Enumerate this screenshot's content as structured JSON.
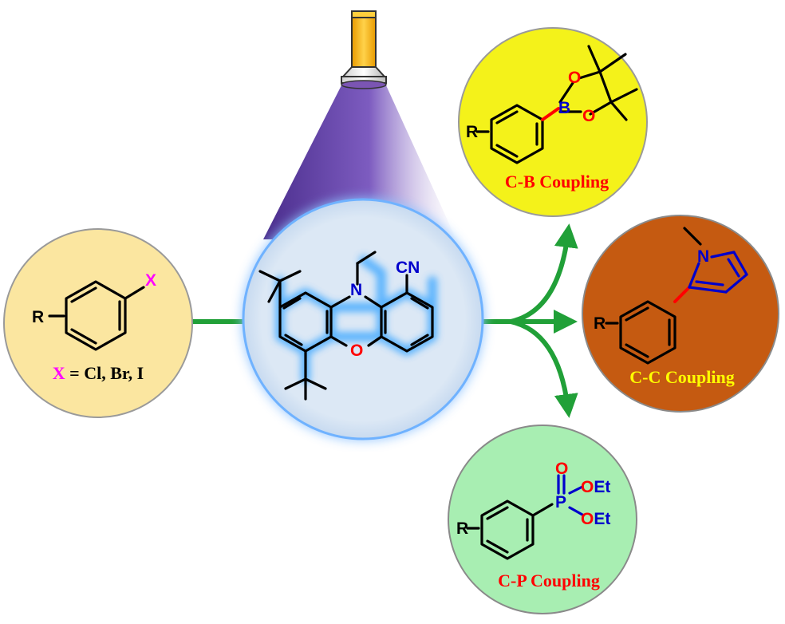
{
  "reactant": {
    "r_label": "R",
    "x_label": "X",
    "caption_x": "X",
    "caption_rest": " = Cl, Br, I"
  },
  "catalyst": {
    "n_label": "N",
    "o_label": "O",
    "cn_label": "CN"
  },
  "products": {
    "cb": {
      "title": "C-B Coupling",
      "r_label": "R",
      "b_label": "B",
      "o1_label": "O",
      "o2_label": "O"
    },
    "cc": {
      "title": "C-C Coupling",
      "r_label": "R",
      "n_label": "N"
    },
    "cp": {
      "title": "C-P Coupling",
      "r_label": "R",
      "p_label": "P",
      "o_label": "O",
      "oet1_label": "OEt",
      "oet2_label": "OEt"
    }
  },
  "colors": {
    "reactant_bg": "#fbe6a0",
    "catalyst_bg": "#dce8f5",
    "cb_bg": "#f4f21a",
    "cc_bg": "#c55a11",
    "cp_bg": "#a8eeb2",
    "arrow": "#21a038",
    "caption_red": "#ff0000",
    "caption_yellow": "#ffff00",
    "magenta": "#ff00ff",
    "atom_blue": "#0000cc",
    "atom_red": "#ff0000",
    "glow": "#44aaff",
    "light_cone": "#7b55b3"
  }
}
